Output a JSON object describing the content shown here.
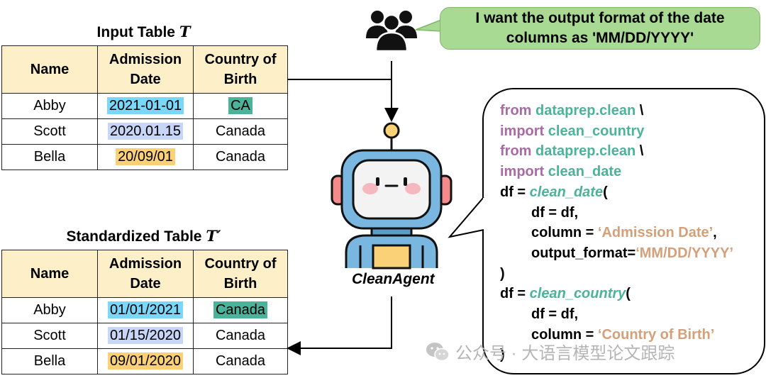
{
  "input_table": {
    "title": "Input Table ",
    "title_symbol": "T",
    "headers": [
      "Name",
      "Admission Date",
      "Country of Birth"
    ],
    "rows": [
      [
        "Abby",
        "2021-01-01",
        "CA"
      ],
      [
        "Scott",
        "2020.01.15",
        "Canada"
      ],
      [
        "Bella",
        "20/09/01",
        "Canada"
      ]
    ]
  },
  "standardized_table": {
    "title": "Standardized Table ",
    "title_symbol": "T′",
    "headers": [
      "Name",
      "Admission Date",
      "Country of Birth"
    ],
    "rows": [
      [
        "Abby",
        "01/01/2021",
        "Canada"
      ],
      [
        "Scott",
        "01/15/2020",
        "Canada"
      ],
      [
        "Bella",
        "09/01/2020",
        "Canada"
      ]
    ]
  },
  "user_request": {
    "line1": "I want the output format of the date",
    "line2": "columns as 'MM/DD/YYYY'"
  },
  "agent": {
    "label": "CleanAgent"
  },
  "code": {
    "from1": "from",
    "mod1": "dataprep.clean",
    "bs1": " \\",
    "import1": "import",
    "imp1": "clean_country",
    "from2": "from",
    "mod2": "dataprep.clean",
    "bs2": " \\",
    "import2": "import",
    "imp2": "clean_date",
    "df1": "df = ",
    "call1": "clean_date",
    "paren1": "(",
    "arg_df1": "df = df,",
    "col1_pre": "column = ",
    "col1_val": "‘Admission Date’",
    "col1_post": ",",
    "of_pre": "output_format=",
    "of_val": "‘MM/DD/YYYY’",
    "close1": ")",
    "df2": "df = ",
    "call2": "clean_country",
    "paren2": "(",
    "arg_df2": "df = df,",
    "col2_pre": "column = ",
    "col2_val": "‘Country of Birth’",
    "close2": ")"
  },
  "watermark": "公众号 · 大语言模型论文跟踪",
  "colors": {
    "header_bg": "#fdf0c9",
    "hl_blue": "#7ad7f8",
    "hl_lavender": "#c7d6f6",
    "hl_orange": "#fbd178",
    "hl_teal": "#4cb39a",
    "bubble_green": "#a9da93",
    "code_keyword": "#a86ba4",
    "code_module": "#4cb39a",
    "code_string": "#d4a079"
  }
}
